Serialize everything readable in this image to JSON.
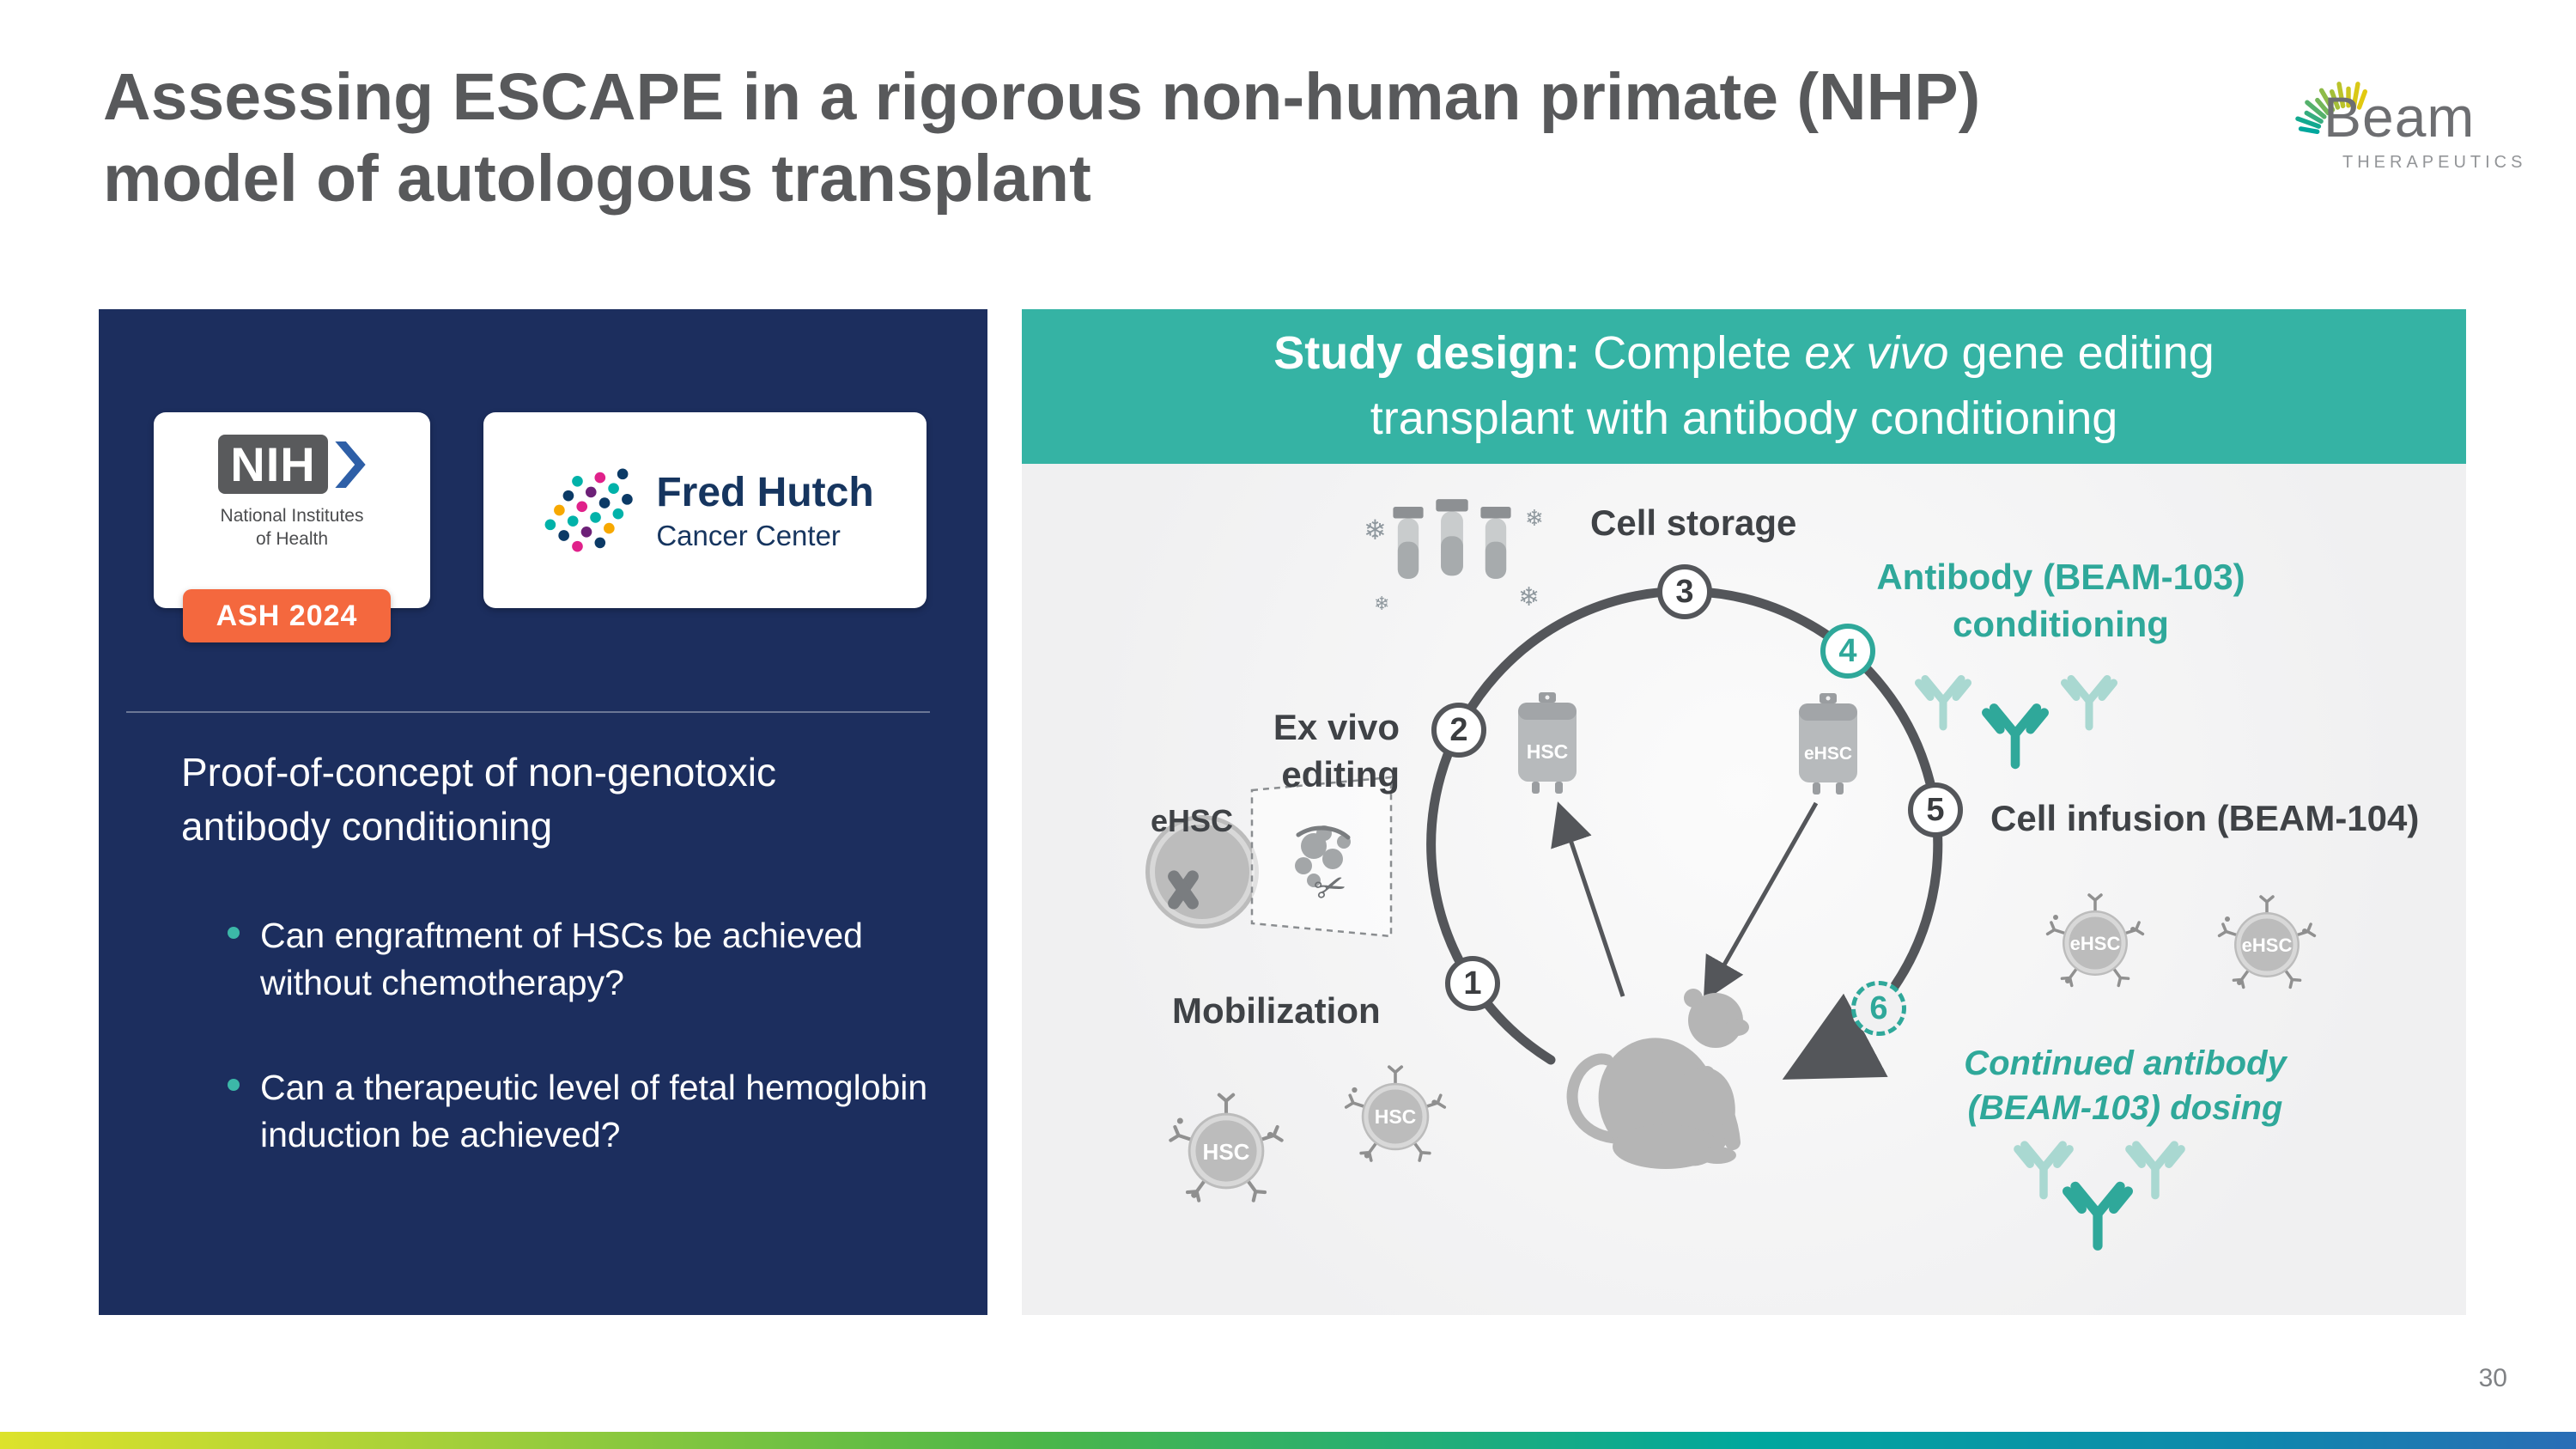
{
  "slide": {
    "title_line1": "Assessing ESCAPE in a rigorous non-human primate (NHP)",
    "title_line2": "model of autologous transplant",
    "page_number": "30"
  },
  "brand": {
    "wordmark": "Beam",
    "descriptor": "THERAPEUTICS"
  },
  "left_panel": {
    "nih_card": {
      "logo": "NIH",
      "caption_line1": "National Institutes",
      "caption_line2": "of Health"
    },
    "ash_badge": "ASH 2024",
    "fred_hutch_card": {
      "name": "Fred Hutch",
      "sub": "Cancer Center"
    },
    "heading": "Proof-of-concept of non-genotoxic antibody conditioning",
    "bullets": [
      "Can engraftment of HSCs be achieved without chemotherapy?",
      "Can a therapeutic level of fetal hemoglobin induction be achieved?"
    ]
  },
  "study_panel": {
    "header": {
      "lead": "Study design:",
      "rest_a": " Complete ",
      "italic": "ex vivo",
      "rest_b": " gene editing",
      "line2": "transplant with antibody conditioning"
    },
    "steps": [
      {
        "num": "1",
        "label": "Mobilization"
      },
      {
        "num": "2",
        "label_italic": "Ex vivo",
        "label_rest": " editing"
      },
      {
        "num": "3",
        "label": "Cell storage"
      },
      {
        "num": "4",
        "line1": "Antibody (BEAM-103)",
        "line2": "conditioning"
      },
      {
        "num": "5",
        "label": "Cell infusion (BEAM-104)"
      },
      {
        "num": "6",
        "line1": "Continued antibody",
        "line2": "(BEAM-103) dosing"
      }
    ],
    "cells": {
      "hsc": "HSC",
      "ehsc": "eHSC"
    }
  },
  "icons": {
    "snowflake": "❄",
    "scissors": "✂"
  },
  "colors": {
    "navy": "#1c2e5e",
    "teal": "#35b3a4",
    "teal_dark": "#2fa89a",
    "orange": "#f4683e",
    "title_gray": "#58595b"
  }
}
